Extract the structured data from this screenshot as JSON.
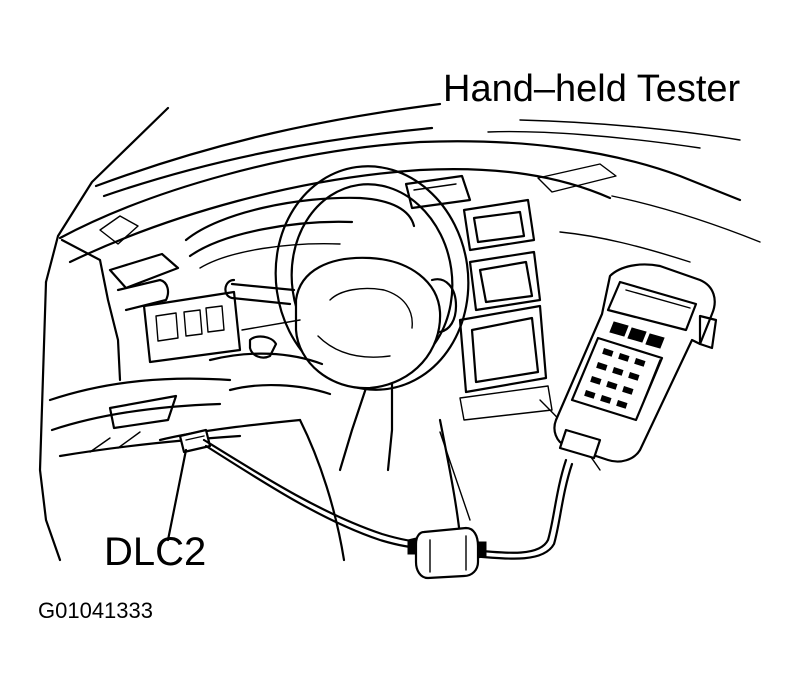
{
  "labels": {
    "tester": "Hand–held Tester",
    "connector": "DLC2",
    "figure_id": "G01041333"
  }
}
